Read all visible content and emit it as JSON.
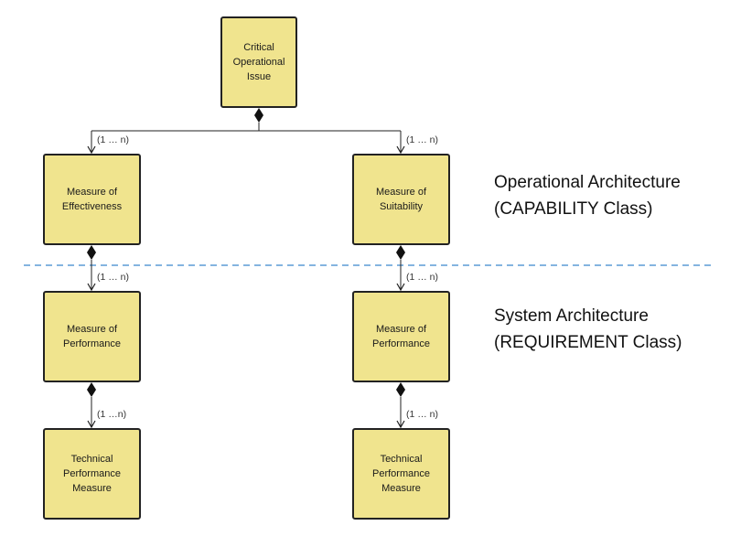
{
  "diagram": {
    "nodes": {
      "coi": "Critical Operational Issue",
      "moe": "Measure of Effectiveness",
      "mos": "Measure of Suitability",
      "mop_left": "Measure of Performance",
      "mop_right": "Measure of Performance",
      "tpm_left": "Technical Performance Measure",
      "tpm_right": "Technical Performance Measure"
    },
    "multiplicities": {
      "coi_moe": "(1 … n)",
      "coi_mos": "(1 … n)",
      "moe_mop": "(1 … n)",
      "mos_mop": "(1 … n)",
      "mop_tpm_left": "(1 …n)",
      "mop_tpm_right": "(1 … n)"
    },
    "zones": {
      "operational_line1": "Operational Architecture",
      "operational_line2": "(CAPABILITY Class)",
      "system_line1": "System Architecture",
      "system_line2": "(REQUIREMENT Class)"
    },
    "colors": {
      "box_fill": "#f0e48e",
      "box_border": "#222222",
      "separator": "#5b9bd5",
      "connector": "#222222"
    }
  }
}
